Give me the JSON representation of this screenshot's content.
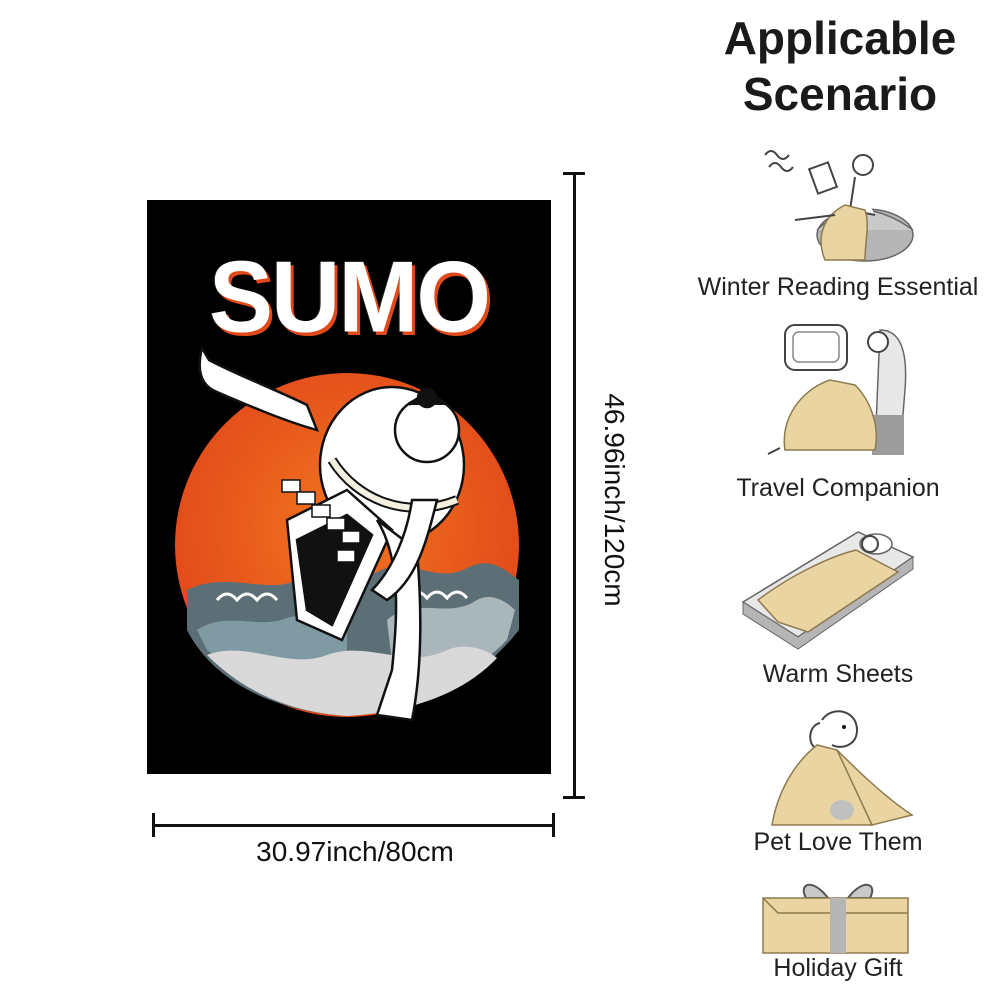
{
  "blanket": {
    "title": "SUMO",
    "width_label": "30.97inch/80cm",
    "height_label": "46.96inch/120cm"
  },
  "scenarios": {
    "title_line1": "Applicable",
    "title_line2": "Scenario",
    "items": [
      {
        "label": "Winter Reading Essential",
        "icon": "reading-person-icon"
      },
      {
        "label": "Travel Companion",
        "icon": "airplane-seat-icon"
      },
      {
        "label": "Warm Sheets",
        "icon": "bed-icon"
      },
      {
        "label": "Pet Love Them",
        "icon": "dog-icon"
      },
      {
        "label": "Holiday Gift",
        "icon": "gift-box-icon"
      }
    ]
  },
  "colors": {
    "blanket_bg": "#000000",
    "sun": "#e8561c",
    "sun_light": "#f58a2a",
    "wave": "#5d6f76",
    "blanket_icon": "#e9d4a2",
    "grey_icon": "#b5b5b5"
  }
}
